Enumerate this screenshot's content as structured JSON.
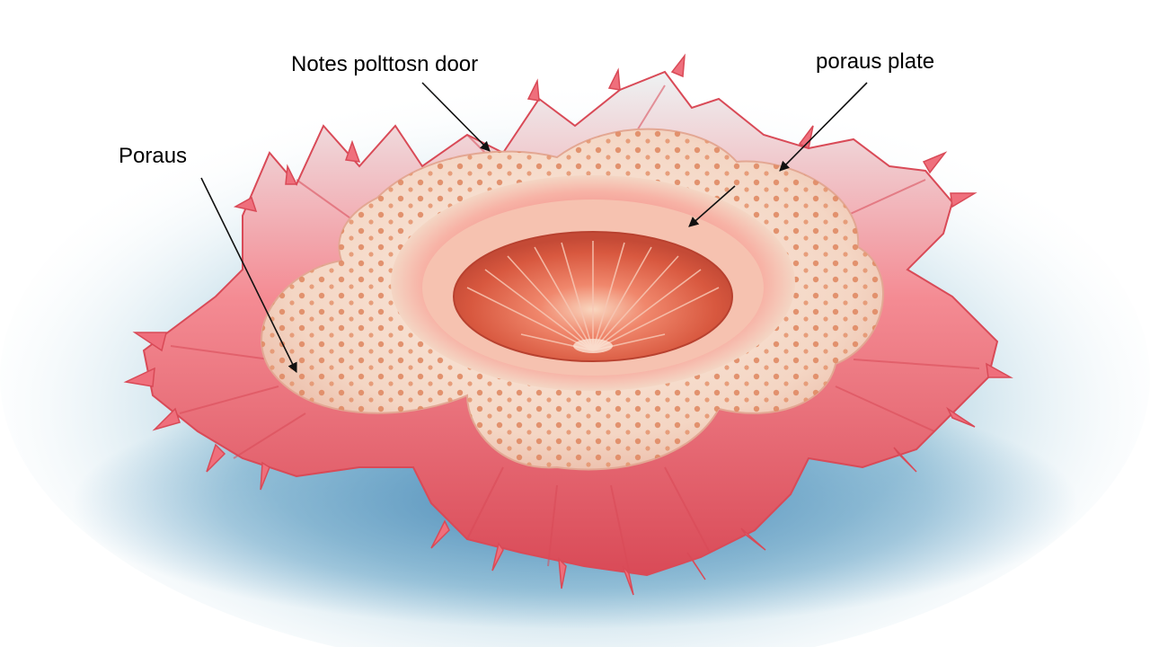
{
  "labels": {
    "notes_door": "Notes polttosn door",
    "porous_plate": "poraus plate",
    "poraus": "Poraus"
  },
  "colors": {
    "background_wash": "#bcd9e6",
    "shadow_blue": "#5f9ec4",
    "body_cream": "#f6dfd0",
    "dots": "#e08a64",
    "frill_pink": "#ef6f7c",
    "frill_edge": "#d94a57",
    "frill_highlight": "#eef2f3",
    "inner_red": "#e5684f",
    "leader_line": "#111111"
  },
  "illustration": {
    "subject": "star-shaped sea organism with frilled arms and central pit",
    "icon": "organism-illustration"
  }
}
